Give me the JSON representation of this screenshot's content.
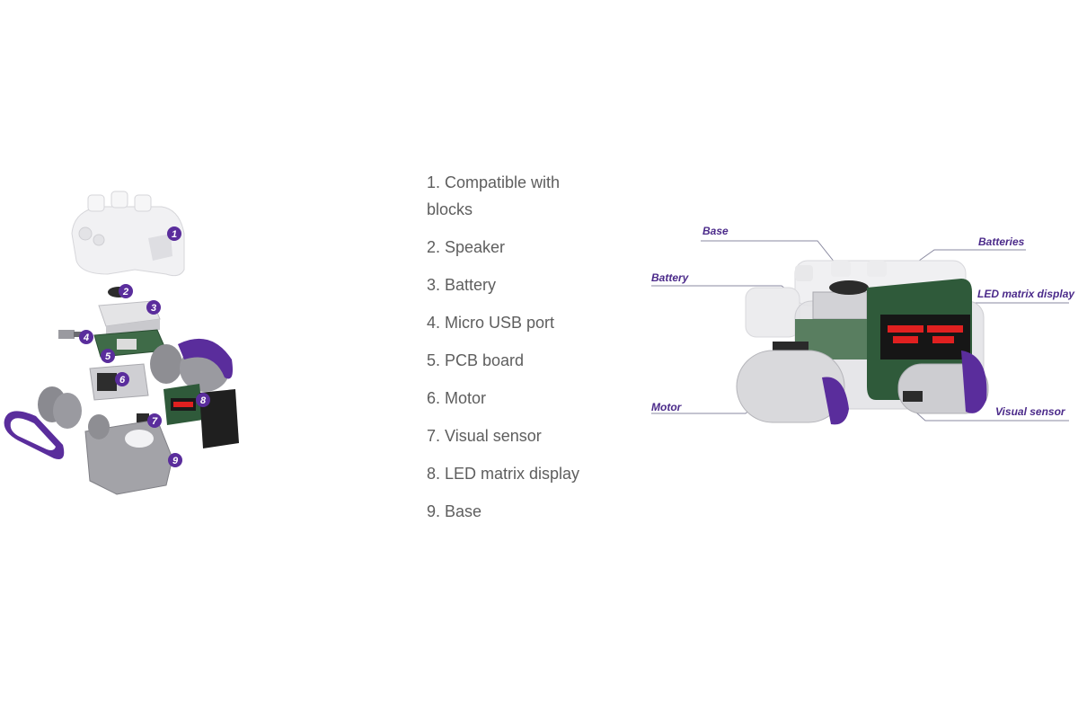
{
  "parts": [
    "1. Compatible with blocks",
    "2. Speaker",
    "3. Battery",
    "4. Micro USB port",
    "5. PCB board",
    "6. Motor",
    "7. Visual sensor",
    "8. LED matrix display",
    "9. Base"
  ],
  "exploded_markers": [
    "1",
    "2",
    "3",
    "4",
    "5",
    "6",
    "7",
    "8",
    "9"
  ],
  "callouts": {
    "base": "Base",
    "batteries": "Batteries",
    "battery": "Battery",
    "led": "LED matrix display",
    "motor": "Motor",
    "visual": "Visual sensor"
  },
  "colors": {
    "accent_purple": "#5a2d9c",
    "label_purple": "#4b2a8a",
    "pcb_green": "#2f5a3a",
    "led_red": "#e02020",
    "list_text": "#5e5e5e"
  }
}
